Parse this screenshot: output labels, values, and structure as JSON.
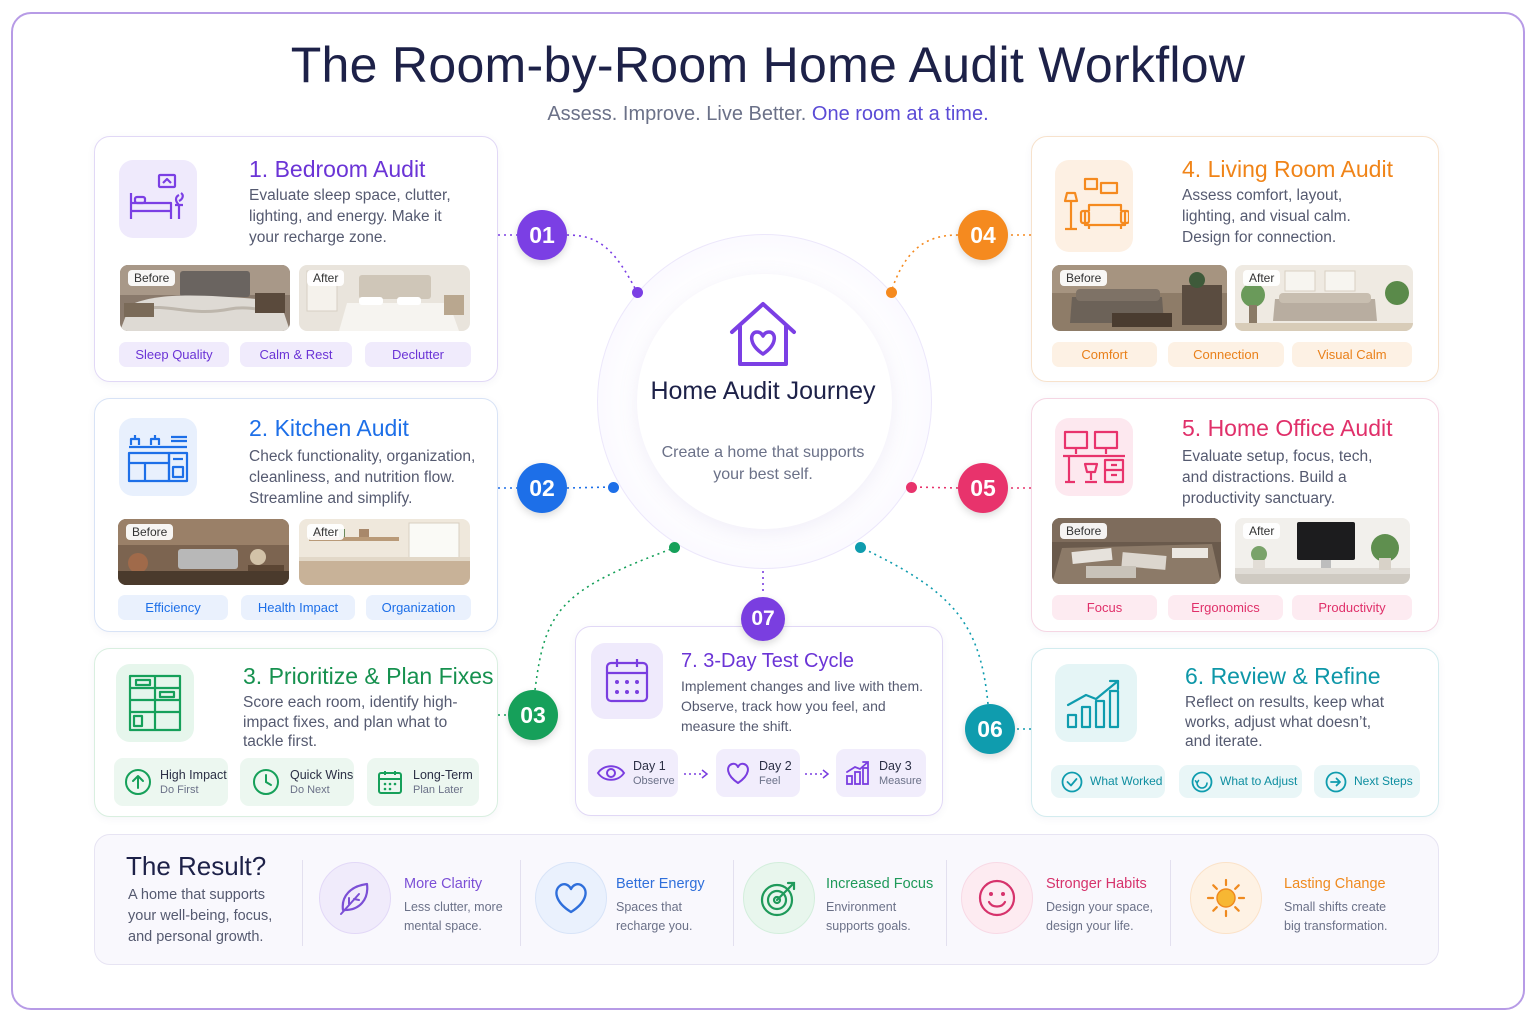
{
  "header": {
    "title": "The Room-by-Room Home Audit Workflow",
    "subtitle_a": "Assess. Improve. Live Better.",
    "subtitle_b": "One room at a time."
  },
  "center": {
    "title": "Home Audit Journey",
    "desc": "Create a home that supports your best self."
  },
  "photo_labels": {
    "before": "Before",
    "after": "After"
  },
  "steps": {
    "bedroom": {
      "badge": "01",
      "title": "1. Bedroom Audit",
      "desc": "Evaluate sleep space, clutter, lighting, and energy. Make it your recharge zone.",
      "chips": [
        "Sleep Quality",
        "Calm & Rest",
        "Declutter"
      ]
    },
    "kitchen": {
      "badge": "02",
      "title": "2. Kitchen Audit",
      "desc": "Check functionality, organization, cleanliness, and nutrition flow. Streamline and simplify.",
      "chips": [
        "Efficiency",
        "Health Impact",
        "Organization"
      ]
    },
    "prioritize": {
      "badge": "03",
      "title": "3. Prioritize & Plan Fixes",
      "desc": "Score each room, identify high-impact fixes, and plan what to tackle first.",
      "items": [
        {
          "title": "High Impact",
          "sub": "Do First"
        },
        {
          "title": "Quick Wins",
          "sub": "Do Next"
        },
        {
          "title": "Long-Term",
          "sub": "Plan Later"
        }
      ]
    },
    "living": {
      "badge": "04",
      "title": "4. Living Room Audit",
      "desc": "Assess comfort, layout, lighting, and visual calm. Design for connection.",
      "chips": [
        "Comfort",
        "Connection",
        "Visual Calm"
      ]
    },
    "office": {
      "badge": "05",
      "title": "5. Home Office Audit",
      "desc": "Evaluate setup, focus, tech, and distractions. Build a productivity sanctuary.",
      "chips": [
        "Focus",
        "Ergonomics",
        "Productivity"
      ]
    },
    "review": {
      "badge": "06",
      "title": "6. Review & Refine",
      "desc": "Reflect on results, keep what works, adjust what doesn’t, and iterate.",
      "chips": [
        "What Worked",
        "What to Adjust",
        "Next Steps"
      ]
    },
    "test": {
      "badge": "07",
      "title": "7. 3-Day Test Cycle",
      "desc": "Implement changes and live with them. Observe, track how you feel, and measure the shift.",
      "days": [
        {
          "title": "Day 1",
          "sub": "Observe"
        },
        {
          "title": "Day 2",
          "sub": "Feel"
        },
        {
          "title": "Day 3",
          "sub": "Measure"
        }
      ]
    }
  },
  "result": {
    "title": "The Result?",
    "desc": "A home that supports your well-being, focus, and personal growth.",
    "items": [
      {
        "title": "More Clarity",
        "desc": "Less clutter, more mental space.",
        "color": "#7b4fd6"
      },
      {
        "title": "Better Energy",
        "desc": "Spaces that recharge you.",
        "color": "#2f6fdb"
      },
      {
        "title": "Increased Focus",
        "desc": "Environment supports goals.",
        "color": "#1f9a5a"
      },
      {
        "title": "Stronger Habits",
        "desc": "Design your space, design your life.",
        "color": "#d6336c"
      },
      {
        "title": "Lasting Change",
        "desc": "Small shifts create big transformation.",
        "color": "#ef8a1f"
      }
    ]
  },
  "colors": {
    "purple": "#7b3fe4",
    "blue": "#1d6fe8",
    "green": "#16a05a",
    "orange": "#f58a1f",
    "pink": "#e8336c",
    "teal": "#0f9cae",
    "violet": "#7a3ee0"
  }
}
